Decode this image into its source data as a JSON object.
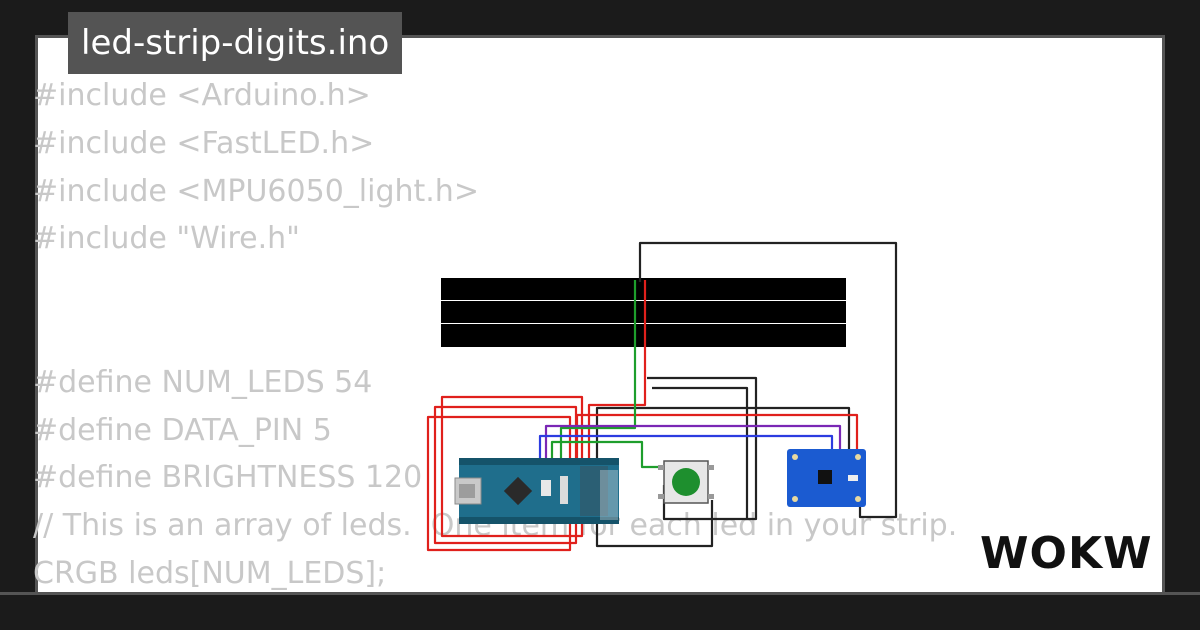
{
  "header": {
    "filename": "led-strip-digits.ino"
  },
  "code": {
    "lines": [
      "#include <Arduino.h>",
      "#include <FastLED.h>",
      "#include <MPU6050_light.h>",
      "#include \"Wire.h\"",
      "",
      "",
      "#define NUM_LEDS 54",
      "#define DATA_PIN 5",
      "#define BRIGHTNESS 120",
      "// This is an array of leds.  One item for each led in your strip.",
      "CRGB leds[NUM_LEDS];"
    ]
  },
  "circuit": {
    "components": [
      "arduino-nano",
      "led-strips",
      "pushbutton",
      "mpu6050"
    ],
    "wire_colors": {
      "red": "#e0201c",
      "black": "#222222",
      "green": "#1e9e2c",
      "blue": "#2c3ce0",
      "purple": "#7a27b5"
    },
    "board_color": "#1f6e8c",
    "button_color": "#1e8f2e",
    "sensor_color": "#1b5bd1"
  },
  "brand": {
    "logo": "WOKWi"
  },
  "colors": {
    "background": "#1b1b1b",
    "card": "#ffffff",
    "code_text": "#c8c8c8",
    "tag_bg": "#545454"
  }
}
